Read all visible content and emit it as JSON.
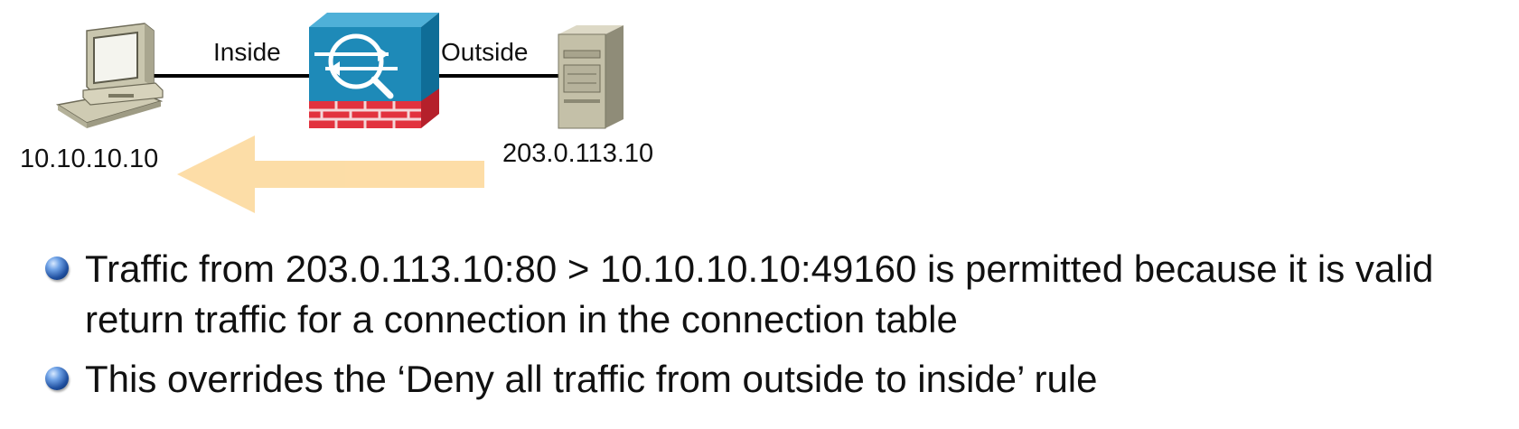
{
  "diagram": {
    "inside_label": "Inside",
    "outside_label": "Outside",
    "client_ip": "10.10.10.10",
    "server_ip": "203.0.113.10",
    "arrow_color": "#fcd28a",
    "firewall_color": "#1e8ab8",
    "brick_color": "#e2323e",
    "link_color": "#000000",
    "client_icon": "desktop-computer-icon",
    "firewall_icon": "firewall-icon",
    "server_icon": "server-icon"
  },
  "bullets": [
    {
      "text": "Traffic from 203.0.113.10:80 > 10.10.10.10:49160 is permitted because it is valid return traffic for a connection in the connection table"
    },
    {
      "text": "This overrides the ‘Deny all traffic from outside to inside’ rule"
    }
  ]
}
